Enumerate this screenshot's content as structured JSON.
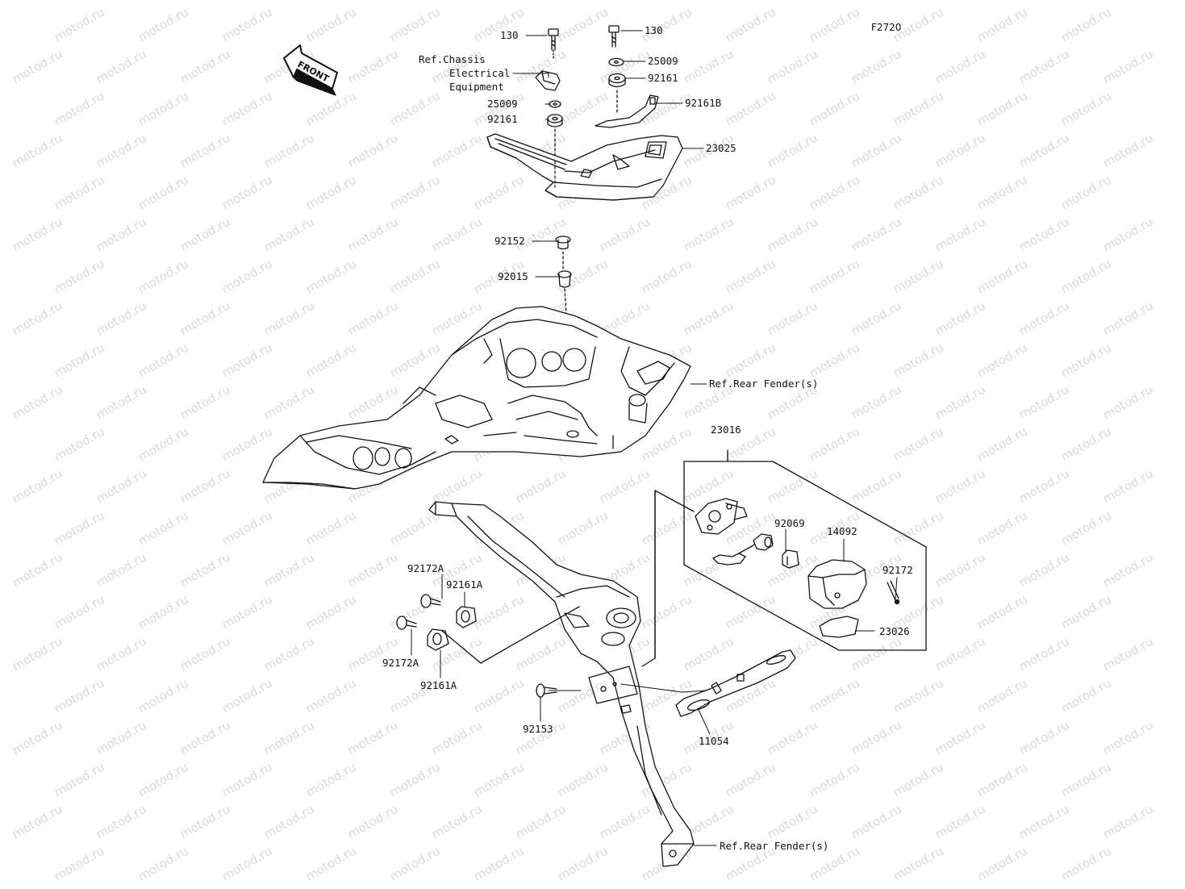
{
  "figure_id": "F2720",
  "watermark": "motod.ru",
  "front_arrow_label": "FRONT",
  "references": {
    "chassis_line1": "Ref.Chassis",
    "chassis_line2": "Electrical",
    "chassis_line3": "Equipment",
    "rear_fender_upper": "Ref.Rear Fender(s)",
    "rear_fender_lower": "Ref.Rear Fender(s)"
  },
  "parts": {
    "bolt_left": "130",
    "bolt_right": "130",
    "washer_right": "25009",
    "grommet_right": "92161",
    "bracket_b": "92161B",
    "washer_left": "25009",
    "grommet_left": "92161",
    "tail_light": "23025",
    "collar": "92152",
    "bushing": "92015",
    "license_light_assy": "23016",
    "bulb_socket": "92069",
    "lens_housing": "14092",
    "screw_small": "92172",
    "lens_plate": "23026",
    "screw_a_top": "92172A",
    "damper_a_top": "92161A",
    "screw_a_bottom": "92172A",
    "damper_a_bottom": "92161A",
    "bolt_bracket": "92153",
    "reflector_bracket": "11054"
  }
}
